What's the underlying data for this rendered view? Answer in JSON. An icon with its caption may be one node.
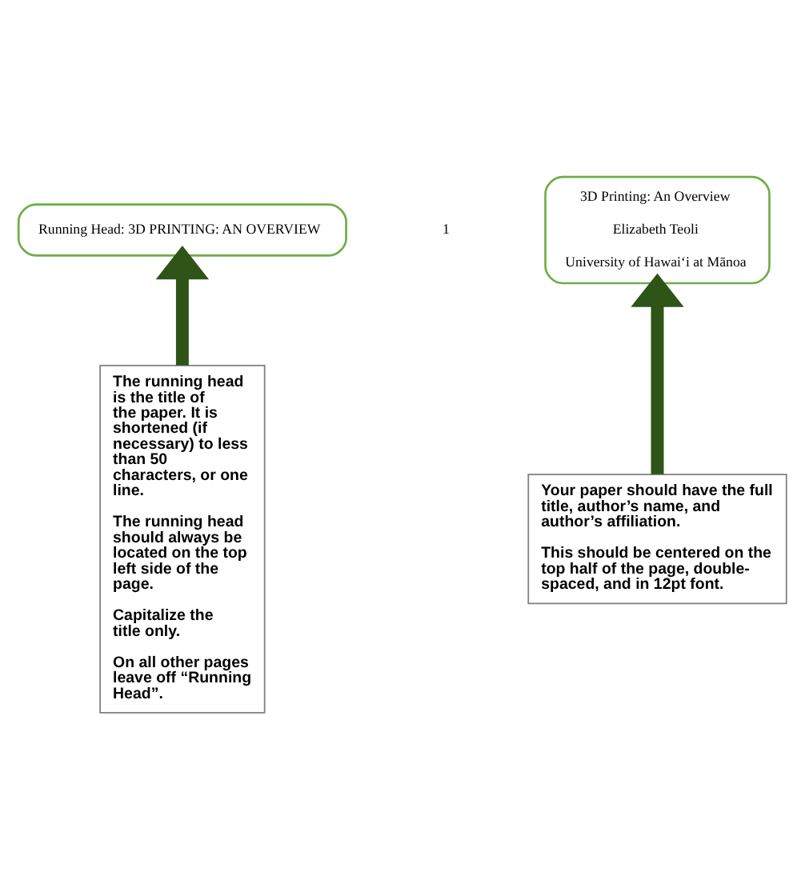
{
  "diagram": {
    "nodes": [
      {
        "text": [
          "Running Head: 3D PRINTING: AN OVERVIEW"
        ]
      },
      {
        "text": [
          "3D Printing: An Overview",
          "Elizabeth Teoli",
          "University of Hawai‘i at Mānoa"
        ]
      },
      {
        "text": [
          "The running head is the title of the paper. It is shortened (if necessary) to less than 50 characters, or one line.",
          "The running head should always be located on the top left side of the page.",
          "Capitalize the title only.",
          "On all other pages leave off “Running Head”."
        ]
      },
      {
        "text": [
          "Your paper should have the full title, author’s name, and author’s affiliation.",
          "This should be centered on the top half of the page, double-spaced, and in 12pt font."
        ]
      }
    ],
    "edges": [
      {
        "from": 2,
        "to": 0,
        "arrow": "to"
      },
      {
        "from": 3,
        "to": 1,
        "arrow": "to"
      }
    ],
    "labels": [
      "1"
    ]
  }
}
